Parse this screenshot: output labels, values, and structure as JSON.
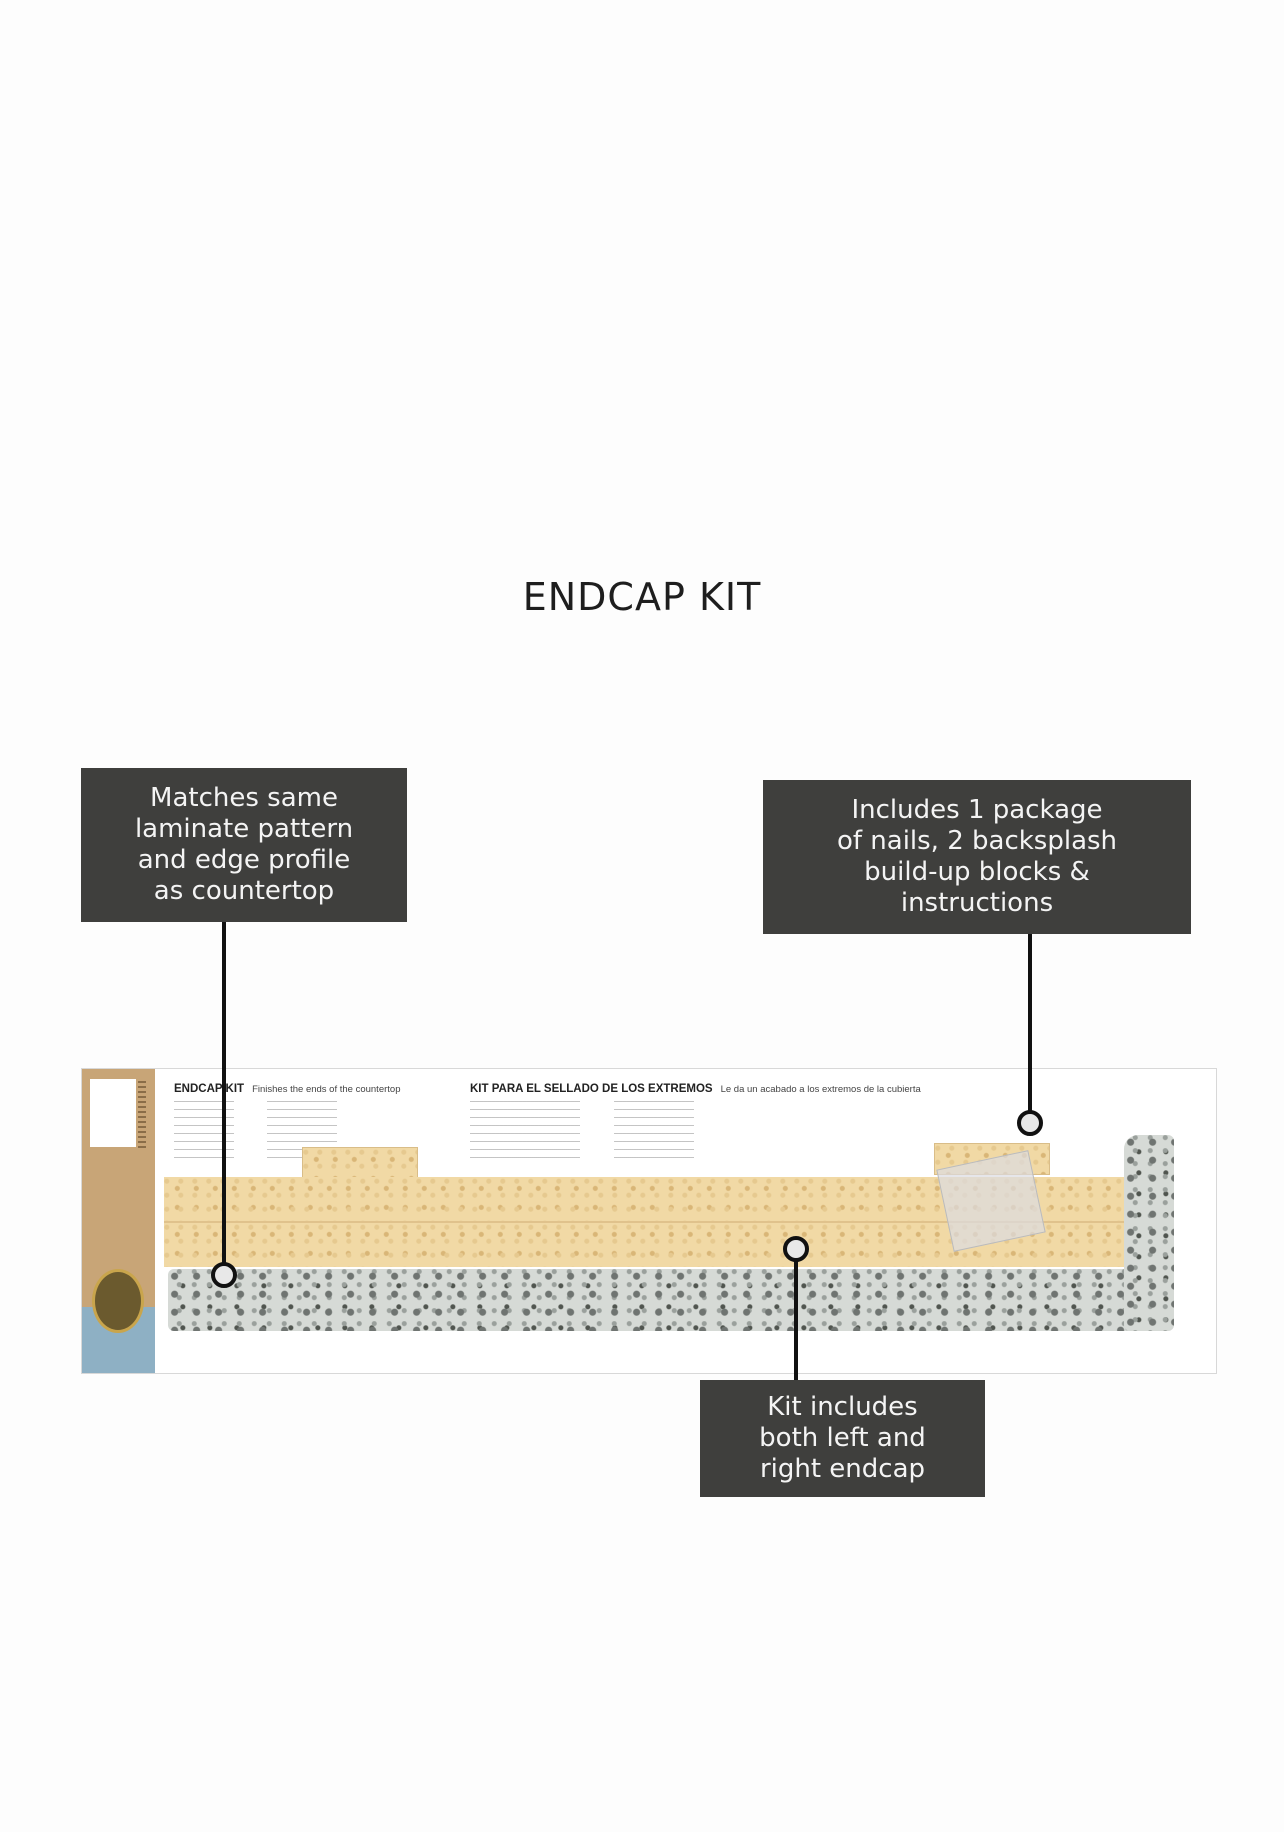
{
  "page_title": "ENDCAP KIT",
  "callouts": {
    "laminate": "Matches same\nlaminate pattern\nand edge profile\nas countertop",
    "package": "Includes 1 package\nof nails, 2 backsplash\nbuild-up blocks &\ninstructions",
    "endcaps": "Kit includes\nboth left and\nright endcap"
  },
  "product": {
    "header_en": "ENDCAP KIT",
    "sub_en": "Finishes the ends of the countertop",
    "header_es": "KIT PARA EL SELLADO DE LOS EXTREMOS",
    "sub_es": "Le da un acabado a los extremos de la cubierta"
  },
  "colors": {
    "callout_bg": "#3f3f3d",
    "laminate": "#f1d9a5",
    "granite": "#d6dad6",
    "package_tan": "#c8a577",
    "package_blue": "#8eb0c4"
  }
}
